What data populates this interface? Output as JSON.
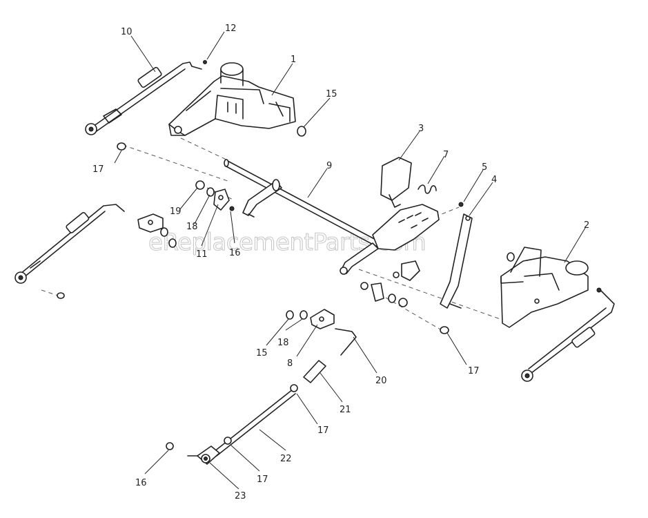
{
  "watermark": "eReplacementParts.com",
  "callouts": {
    "c1": "1",
    "c2": "2",
    "c3": "3",
    "c4": "4",
    "c5": "5",
    "c7": "7",
    "c8": "8",
    "c9": "9",
    "c10": "10",
    "c11": "11",
    "c12": "12",
    "c15a": "15",
    "c15b": "15",
    "c16a": "16",
    "c16b": "16",
    "c17a": "17",
    "c17b": "17",
    "c17c": "17",
    "c17d": "17",
    "c18a": "18",
    "c18b": "18",
    "c19": "19",
    "c20": "20",
    "c21": "21",
    "c22": "22",
    "c23": "23"
  }
}
